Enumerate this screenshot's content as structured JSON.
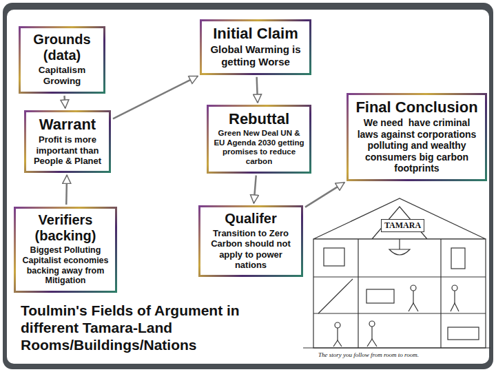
{
  "diagram": {
    "title": "Toulmin's Fields of Argument in different Tamara-Land Rooms/Buildings/Nations",
    "nodes": [
      {
        "text": [
          "Grounds (data)",
          "Capitalism Growing"
        ]
      },
      {
        "text": [
          "Initial Claim",
          "Global Warming is getting Worse"
        ]
      },
      {
        "text": [
          "Warrant",
          "Profit is more important than People & Planet"
        ]
      },
      {
        "text": [
          "Rebuttal",
          "Green New Deal UN & EU Agenda 2030 getting promises to reduce carbon"
        ]
      },
      {
        "text": [
          "Final Conclusion",
          "We need  have criminal laws against corporations polluting and wealthy consumers big carbon footprints"
        ]
      },
      {
        "text": [
          "Verifiers (backing)",
          "Biggest Polluting Capitalist economies backing away from Mitigation"
        ]
      },
      {
        "text": [
          "Qualifer",
          "Transition to Zero Carbon should not apply to power nations"
        ]
      }
    ],
    "edges": [
      {
        "from": 0,
        "to": 2,
        "arrow": "to"
      },
      {
        "from": 2,
        "to": 1,
        "arrow": "to"
      },
      {
        "from": 5,
        "to": 2,
        "arrow": "to"
      },
      {
        "from": 1,
        "to": 3,
        "arrow": "to"
      },
      {
        "from": 3,
        "to": 6,
        "arrow": "to"
      },
      {
        "from": 6,
        "to": 4,
        "arrow": "to"
      }
    ],
    "labels": [
      "TAMARA",
      "The story you follow from room to room."
    ]
  }
}
